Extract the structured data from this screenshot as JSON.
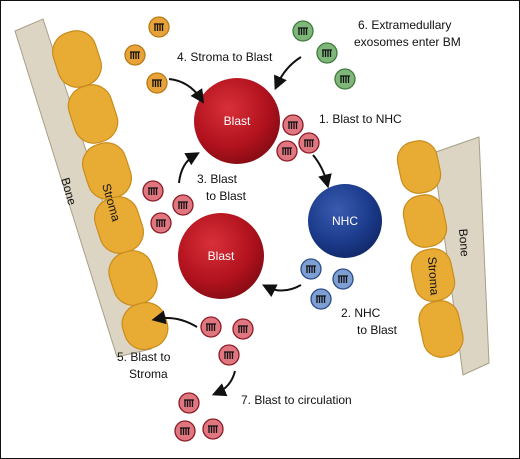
{
  "labels": {
    "bone": "Bone",
    "stroma": "Stroma",
    "blast": "Blast",
    "nhc": "NHC"
  },
  "steps": {
    "s1": "1. Blast to NHC",
    "s2_line1": "2. NHC",
    "s2_line2": "to Blast",
    "s3_line1": "3. Blast",
    "s3_line2": "to Blast",
    "s4": "4. Stroma to Blast",
    "s5_line1": "5. Blast to",
    "s5_line2": "Stroma",
    "s6_line1": "6. Extramedullary",
    "s6_line2": "exosomes enter BM",
    "s7": "7. Blast to circulation"
  },
  "colors": {
    "bone": "#dcd5c3",
    "stroma": "#e8ac35",
    "blast": "#b1121d",
    "nhc": "#1b3a8a",
    "blast_exosome": "#e07680",
    "stroma_exosome": "#e8a23a",
    "nhc_exosome": "#7e9fd2",
    "extramedullary_exosome": "#7fb77a"
  }
}
